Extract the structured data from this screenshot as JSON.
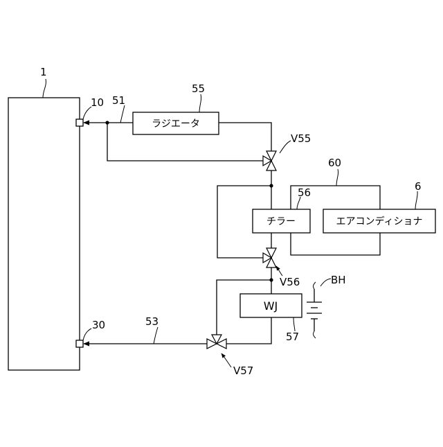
{
  "labels": {
    "device": "1",
    "port_top": "10",
    "port_bottom": "30",
    "pipe_top": "51",
    "pipe_bottom": "53",
    "radiator_ref": "55",
    "chiller_ref": "56",
    "pump_ref": "57",
    "ac_ref": "6",
    "chiller_group_ref": "60",
    "valve_top": "V55",
    "valve_mid": "V56",
    "valve_bottom": "V57",
    "heater": "BH"
  },
  "boxes": {
    "radiator": "ラジエータ",
    "chiller": "チラー",
    "air_conditioner": "エアコンディショナ",
    "pump": "WJ"
  }
}
